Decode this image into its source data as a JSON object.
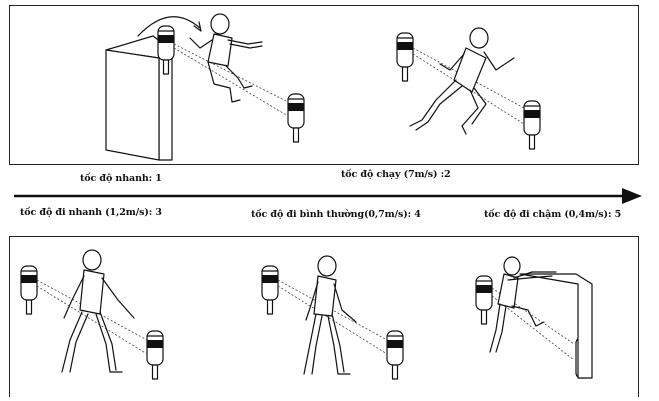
{
  "labels": {
    "fast_climb": "tốc độ nhanh: 1",
    "run": "tốc độ chạy (7m/s) :2",
    "fast_walk": "tốc độ đi nhanh (1,2m/s): 3",
    "normal_walk": "tốc độ đi bình thường(0,7m/s): 4",
    "slow_walk": "tốc độ đi chậm (0,4m/s): 5"
  },
  "icons": {
    "arrow": "speed-axis-arrow",
    "sensor": "beam-sensor-icon",
    "wall": "wall-icon",
    "figure": "person-figure-icon"
  },
  "colors": {
    "line": "#111111",
    "background": "#ffffff"
  }
}
